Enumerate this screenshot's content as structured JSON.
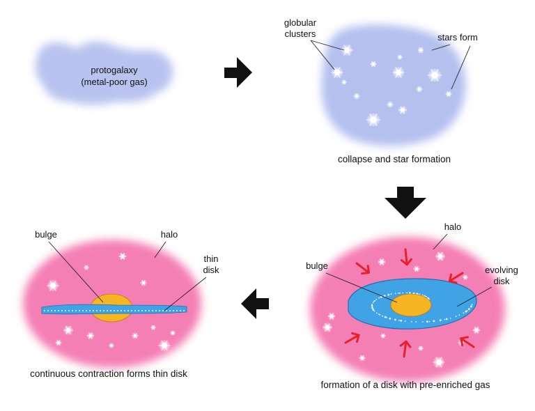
{
  "panels": {
    "protogalaxy": {
      "label_line1": "protogalaxy",
      "label_line2": "(metal-poor gas)",
      "gas_color": "#b9c3ef"
    },
    "collapse": {
      "label_globular_line1": "globular",
      "label_globular_line2": "clusters",
      "label_stars_form": "stars form",
      "caption": "collapse and star formation",
      "gas_color": "#b5c0ef"
    },
    "disk_formation": {
      "label_halo": "halo",
      "label_bulge": "bulge",
      "label_disk_line1": "evolving",
      "label_disk_line2": "disk",
      "caption": "formation of a disk with pre-enriched gas",
      "halo_color": "#f47fb4",
      "disk_color": "#3fa3e6",
      "bulge_color": "#f6b623",
      "arrow_color": "#e8202a"
    },
    "thin_disk": {
      "label_halo": "halo",
      "label_bulge": "bulge",
      "label_disk_line1": "thin",
      "label_disk_line2": "disk",
      "caption": "continuous contraction forms thin disk",
      "halo_color": "#f47fb4",
      "disk_color": "#3fa3e6",
      "bulge_color": "#f6b623"
    }
  },
  "flow_arrows": [
    "right",
    "down",
    "left"
  ],
  "flow_arrow_color": "#111111"
}
